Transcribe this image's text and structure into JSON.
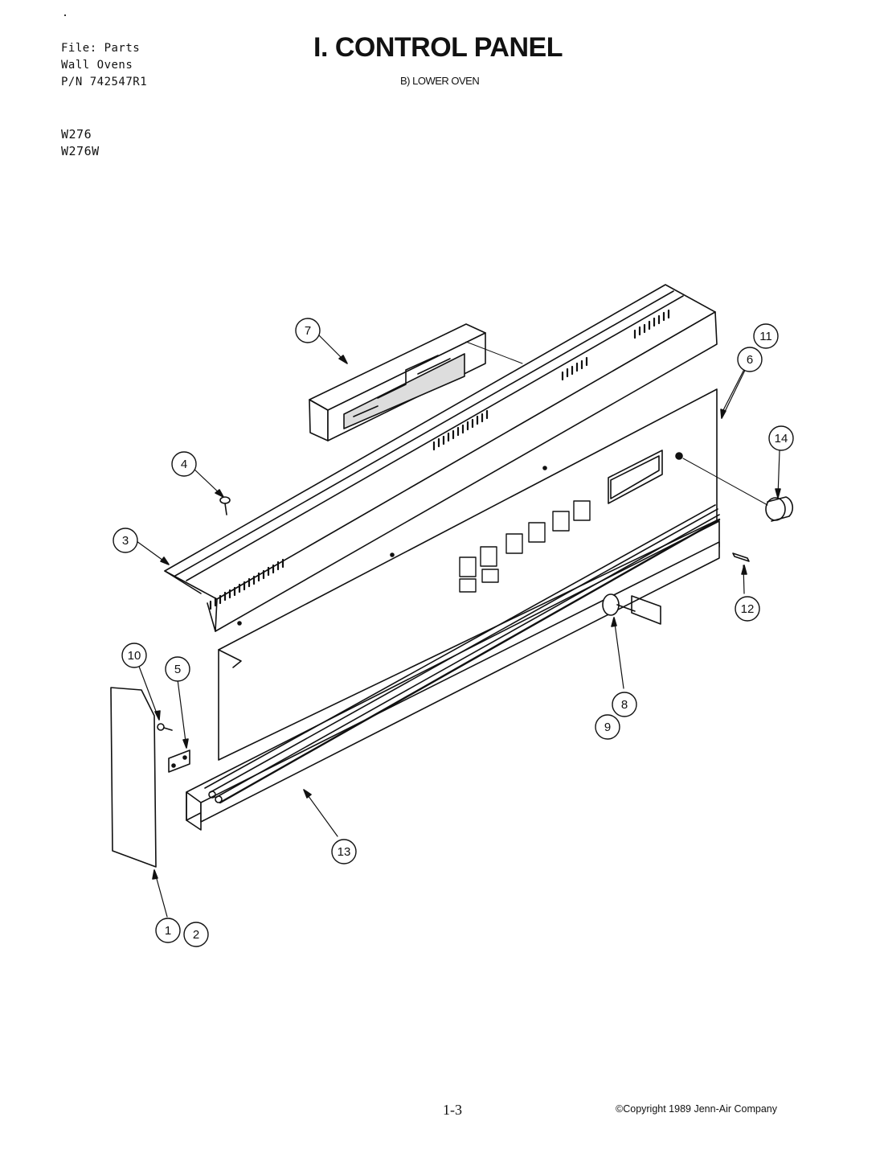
{
  "header": {
    "file_line": "File: Parts",
    "category_line": "Wall Ovens",
    "part_number_line": "P/N 742547R1",
    "model_1": "W276",
    "model_2": "W276W",
    "title": "I. CONTROL PANEL",
    "subtitle": "B) LOWER OVEN"
  },
  "callouts": [
    "1",
    "2",
    "3",
    "4",
    "5",
    "6",
    "7",
    "8",
    "9",
    "10",
    "11",
    "12",
    "13",
    "14"
  ],
  "footer": {
    "page": "1-3",
    "copyright": "©Copyright 1989 Jenn-Air Company"
  }
}
